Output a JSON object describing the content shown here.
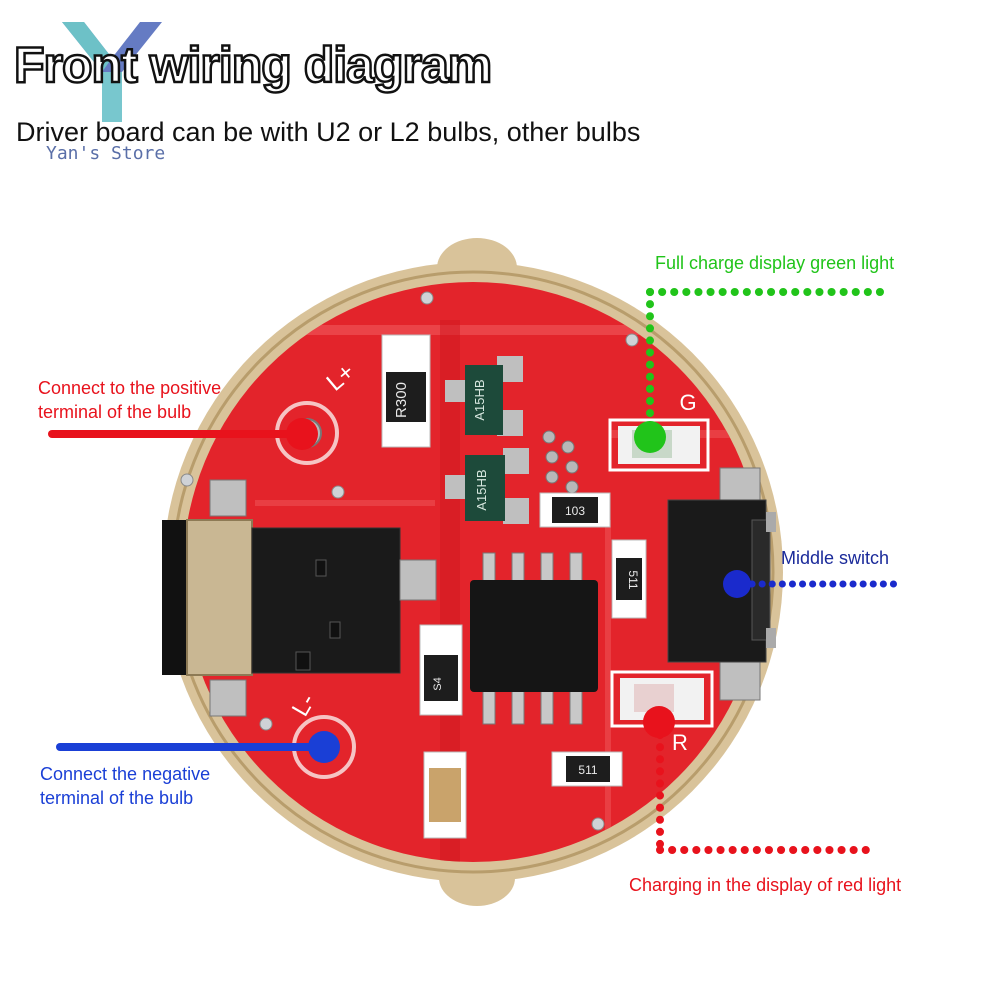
{
  "header": {
    "title": "Front wiring diagram",
    "subtitle": "Driver board can be with U2 or L2 bulbs, other bulbs",
    "store_name": "Yan's Store"
  },
  "annotations": {
    "positive": {
      "line1": "Connect to the positive",
      "line2": "terminal of the bulb",
      "color": "#e8121c"
    },
    "negative": {
      "line1": "Connect the negative",
      "line2": "terminal of the bulb",
      "color": "#1a3fd6"
    },
    "green_light": {
      "text": "Full charge display green light",
      "color": "#21c41a"
    },
    "middle_switch": {
      "text": "Middle switch",
      "color": "#1a2a9a"
    },
    "red_light": {
      "text": "Charging in the display of red light",
      "color": "#e8121c"
    }
  },
  "board": {
    "pcb_color": "#e3242b",
    "gold_color": "#d9c39a",
    "silkscreen": {
      "l_plus": "L+",
      "l_minus": "L-",
      "resistor": "R300",
      "transistor_1": "A15HB",
      "transistor_2": "A15HB",
      "smd_103": "103",
      "smd_511_a": "511",
      "smd_511_b": "511",
      "s4": "S4",
      "g": "G",
      "r": "R"
    }
  }
}
